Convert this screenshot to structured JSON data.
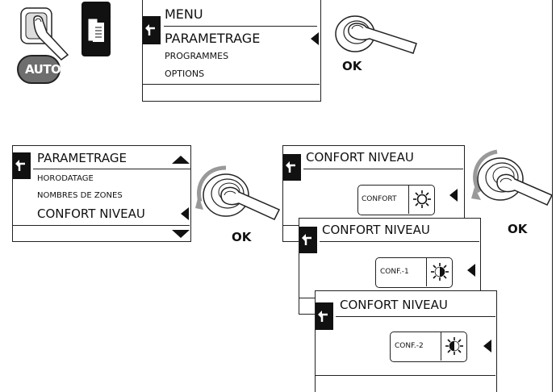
{
  "auto_badge": "AUTO",
  "menu_screen": {
    "title": "MENU",
    "items": [
      "PARAMETRAGE",
      "PROGRAMMES",
      "OPTIONS"
    ]
  },
  "param_screen": {
    "title": "PARAMETRAGE",
    "items": [
      "HORODATAGE",
      "NOMBRES DE ZONES",
      "CONFORT NIVEAU"
    ]
  },
  "confort_screens": [
    {
      "title": "CONFORT NIVEAU",
      "value": "CONFORT"
    },
    {
      "title": "CONFORT NIVEAU",
      "value": "CONF.-1"
    },
    {
      "title": "CONFORT NIVEAU",
      "value": "CONF.-2"
    }
  ],
  "ok_label": "OK",
  "icons": [
    "finger-press-icon",
    "menu-pages-icon",
    "back-arrow-icon",
    "selector-triangle-icon",
    "rotate-dial-icon",
    "sun-icon",
    "scroll-up-icon",
    "scroll-down-icon"
  ]
}
